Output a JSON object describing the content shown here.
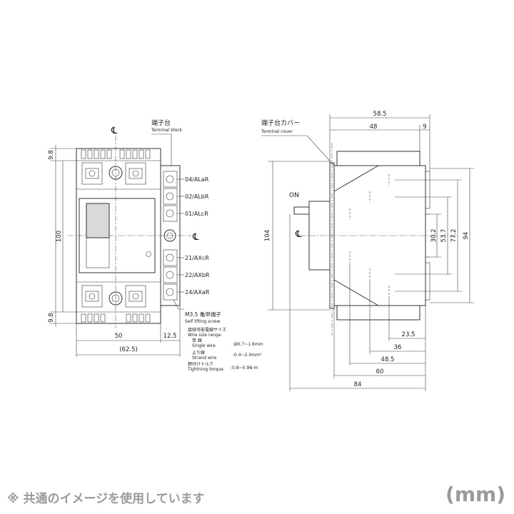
{
  "front_view": {
    "centerline_symbol": "℄",
    "terminal_block_ja": "端子台",
    "terminal_block_en": "Terminal block",
    "terminals": [
      "04/ALaR",
      "02/ALbR",
      "01/ALcR",
      "21/AXcR",
      "22/AXbR",
      "24/AXaR"
    ],
    "screw_ja": "M3.5 亀甲端子",
    "screw_en": "Self lifting screw",
    "wire_range_ja": "接続可能電線サイズ",
    "wire_range_en": "Wire size range",
    "single_wire_ja": "単 線",
    "single_wire_en": "Single wire",
    "single_wire_value": ":Ø0.7~1.6mm",
    "strand_wire_ja": "より線",
    "strand_wire_en": "Strand wire",
    "strand_wire_value": ":0.4~2.0mm²",
    "torque_ja": "締付けトルク",
    "torque_en": "Tightning torque",
    "torque_value": ":0.8~0.9N·m",
    "dims": {
      "top_offset": "9.8",
      "height": "100",
      "bottom_offset": "9.8",
      "width": "50",
      "terminal_width": "12.5",
      "total_width": "(62.5)"
    }
  },
  "side_view": {
    "cover_ja": "端子台カバー",
    "cover_en": "Terminal cover",
    "on_label": "ON",
    "centerline_symbol": "℄",
    "dims": {
      "top_total": "58.5",
      "top_body": "48",
      "top_small": "9",
      "height": "104",
      "v1": "30.2",
      "v2": "53.7",
      "v3": "77.2",
      "v4": "94",
      "b1": "23.5",
      "b2": "36",
      "b3": "48.5",
      "b4": "60",
      "b5": "84"
    }
  },
  "footer": {
    "note": "※ 共通のイメージを使用しています",
    "unit": "(mm)"
  }
}
